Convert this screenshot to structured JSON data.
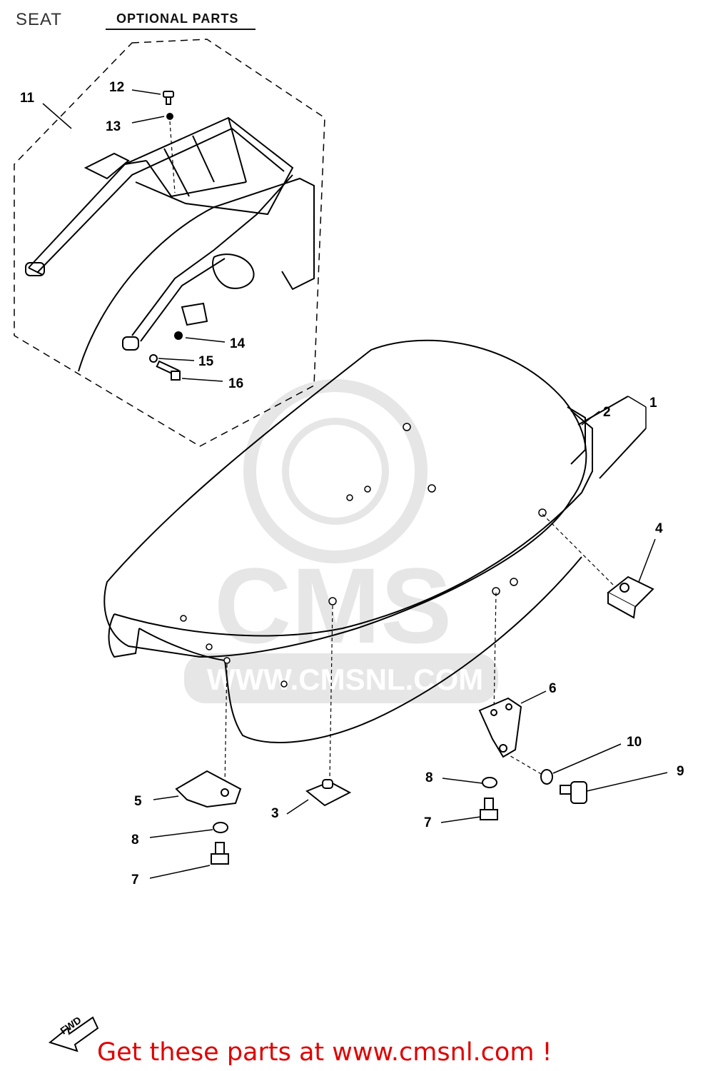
{
  "header": {
    "title": "SEAT",
    "optional_label": "OPTIONAL PARTS"
  },
  "watermark": {
    "url_text": "WWW.CMSNL.COM",
    "logo_text": "CMS"
  },
  "callouts": [
    {
      "id": "c1",
      "label": "1"
    },
    {
      "id": "c2",
      "label": "2"
    },
    {
      "id": "c3",
      "label": "3"
    },
    {
      "id": "c4",
      "label": "4"
    },
    {
      "id": "c5",
      "label": "5"
    },
    {
      "id": "c6",
      "label": "6"
    },
    {
      "id": "c7a",
      "label": "7"
    },
    {
      "id": "c7b",
      "label": "7"
    },
    {
      "id": "c8a",
      "label": "8"
    },
    {
      "id": "c8b",
      "label": "8"
    },
    {
      "id": "c9",
      "label": "9"
    },
    {
      "id": "c10",
      "label": "10"
    },
    {
      "id": "c11",
      "label": "11"
    },
    {
      "id": "c12",
      "label": "12"
    },
    {
      "id": "c13",
      "label": "13"
    },
    {
      "id": "c14",
      "label": "14"
    },
    {
      "id": "c15",
      "label": "15"
    },
    {
      "id": "c16",
      "label": "16"
    }
  ],
  "direction_marker": "FWD",
  "footer": {
    "link_text": "Get these parts at www.cmsnl.com !",
    "color": "#e00000"
  }
}
